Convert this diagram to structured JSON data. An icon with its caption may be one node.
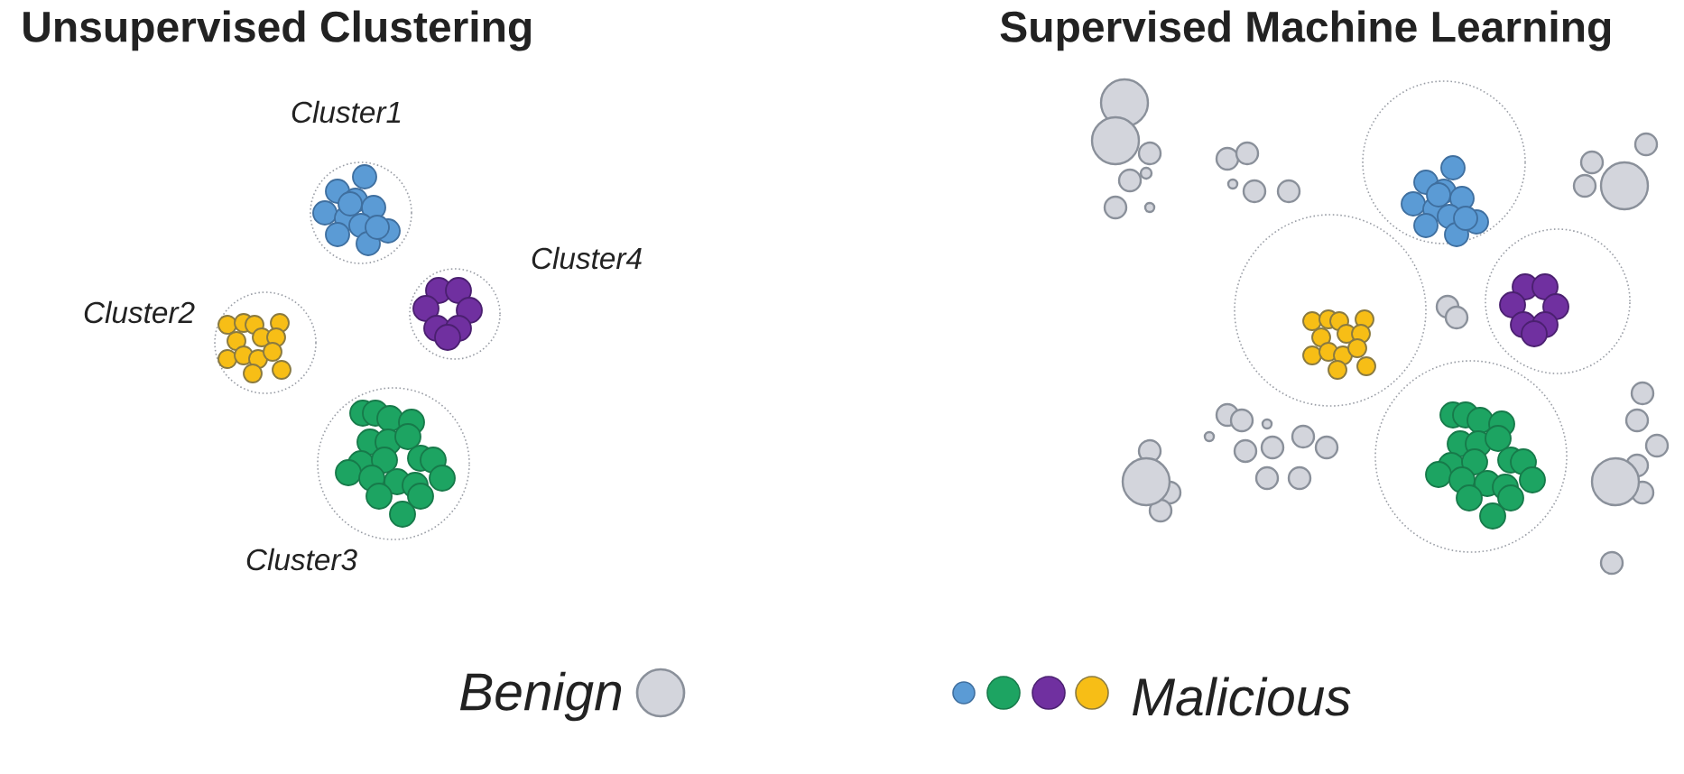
{
  "diagram": {
    "nodes": [
      {
        "text": [
          "Cluster1"
        ]
      },
      {
        "text": [
          "Cluster4"
        ]
      },
      {
        "text": [
          "Cluster2"
        ]
      },
      {
        "text": [
          "Cluster3"
        ]
      },
      {
        "text": [],
        "shape": "circle"
      },
      {
        "text": [],
        "shape": "circle"
      },
      {
        "text": [],
        "shape": "circle"
      },
      {
        "text": [],
        "shape": "circle"
      }
    ],
    "labels": [
      "Unsupervised Clustering",
      "Supervised Machine Learning"
    ],
    "legend": [
      {
        "text": "Benign",
        "color": "#d3d5dc"
      },
      {
        "text": "Malicious"
      }
    ]
  }
}
